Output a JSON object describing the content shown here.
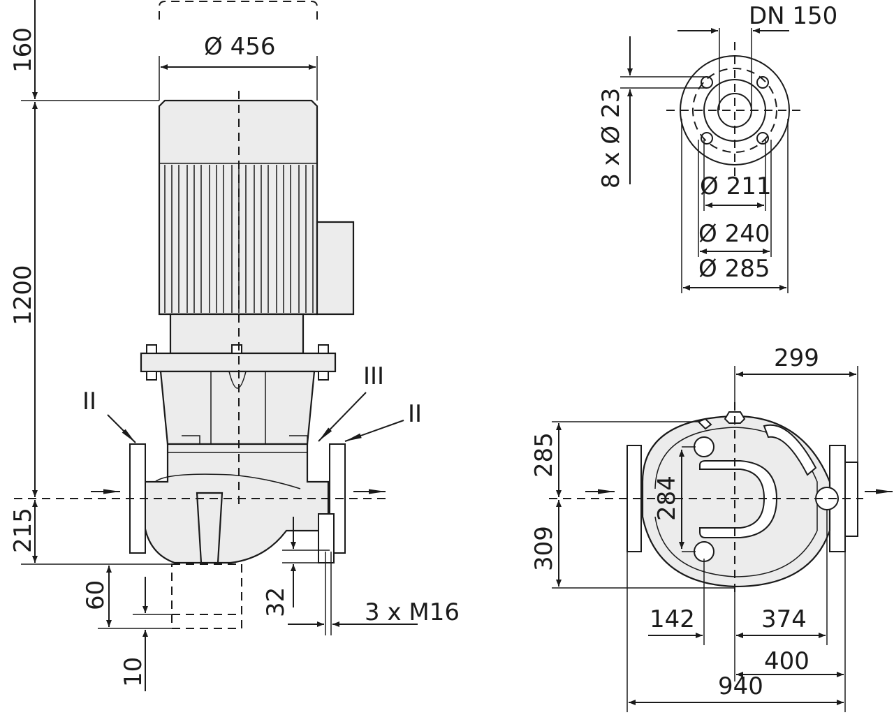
{
  "side_view": {
    "dim_160": "160",
    "dim_1200": "1200",
    "dim_215": "215",
    "dim_60": "60",
    "dim_10": "10",
    "dim_32": "32",
    "motor_diameter": "Ø 456",
    "bolts": "3 x M16",
    "label_left": "II",
    "label_right": "II",
    "label_center": "III"
  },
  "flange_view": {
    "nominal_size": "DN 150",
    "holes": "8 x Ø 23",
    "d1": "Ø 211",
    "d2": "Ø 240",
    "d3": "Ø 285"
  },
  "top_view": {
    "dim_299": "299",
    "dim_285": "285",
    "dim_309": "309",
    "dim_284": "284",
    "dim_142": "142",
    "dim_374": "374",
    "dim_400": "400",
    "dim_940": "940"
  },
  "colors": {
    "line": "#1a1a1a",
    "fill": "#ececec"
  }
}
